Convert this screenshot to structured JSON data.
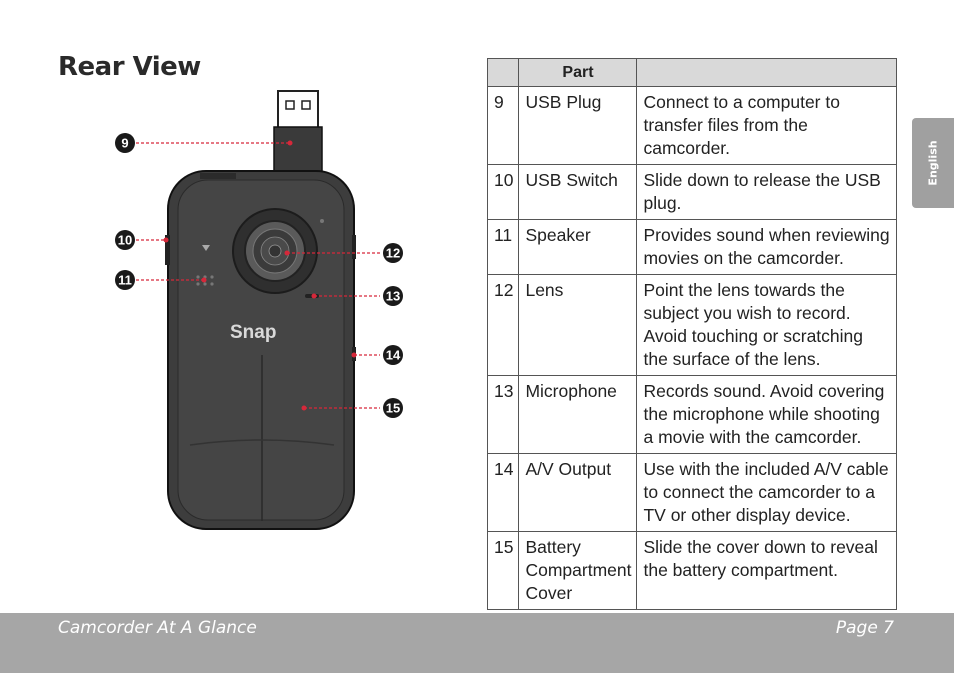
{
  "page": {
    "title": "Rear View",
    "side_tab": "English",
    "footer_left": "Camcorder At A Glance",
    "footer_right": "Page 7"
  },
  "diagram": {
    "brand_logo": "Snap",
    "callouts": [
      "9",
      "10",
      "11",
      "12",
      "13",
      "14",
      "15"
    ]
  },
  "table": {
    "headers": [
      "",
      "Part",
      ""
    ],
    "rows": [
      {
        "num": "9",
        "part": "USB Plug",
        "desc": "Connect to a computer to transfer files from the camcorder."
      },
      {
        "num": "10",
        "part": "USB Switch",
        "desc": "Slide down to release the USB plug."
      },
      {
        "num": "11",
        "part": "Speaker",
        "desc": "Provides sound when reviewing movies on the camcorder."
      },
      {
        "num": "12",
        "part": "Lens",
        "desc": "Point the lens towards the subject you wish to record. Avoid touching or scratching the surface of the lens."
      },
      {
        "num": "13",
        "part": "Microphone",
        "desc": "Records sound. Avoid covering the microphone while shooting a movie with the camcorder."
      },
      {
        "num": "14",
        "part": "A/V Output",
        "desc": "Use with the included A/V cable to connect the camcorder to a TV or other display device."
      },
      {
        "num": "15",
        "part": "Battery Compartment Cover",
        "desc": "Slide the cover down to reveal the battery compartment."
      }
    ]
  },
  "colors": {
    "callout_line": "#d6283a",
    "callout_badge": "#1a1a1a",
    "footer": "#a6a6a6",
    "table_header": "#d9d9d9"
  }
}
